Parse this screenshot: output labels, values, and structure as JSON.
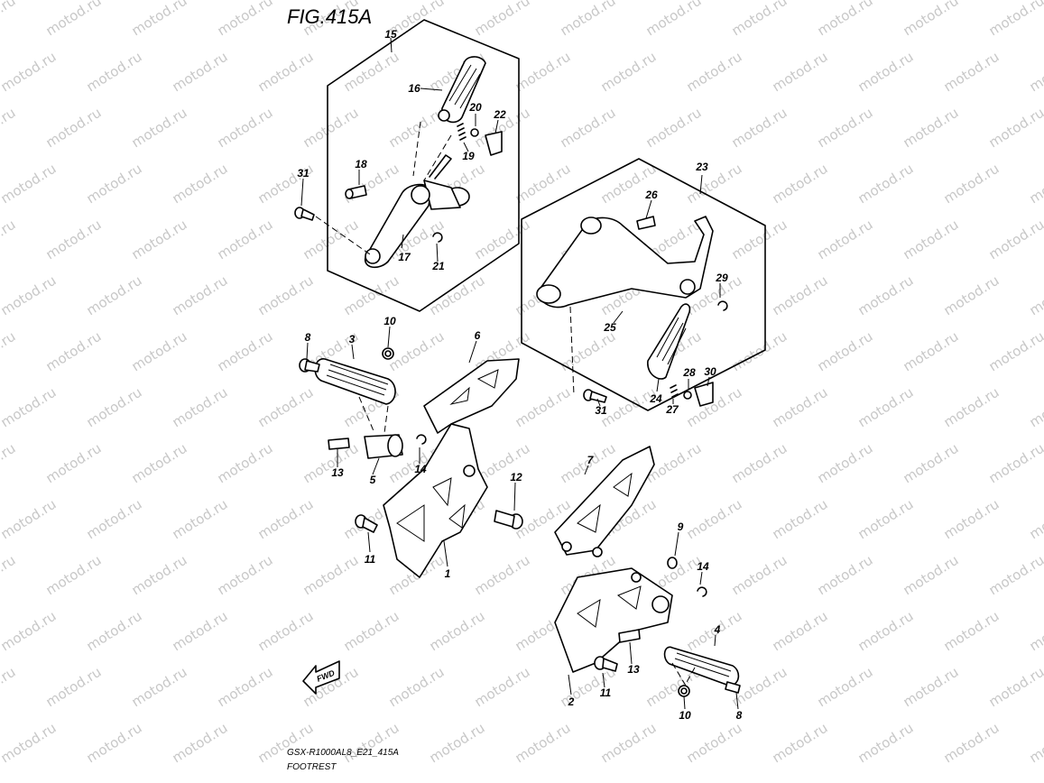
{
  "figure_title": "FIG.415A",
  "model_code": "GSX-R1000AL8_E21_415A",
  "section_name": "FOOTREST",
  "watermark": "motod.ru",
  "fwd_label": "FWD",
  "part_labels": {
    "p1": "1",
    "p2": "2",
    "p3": "3",
    "p4": "4",
    "p5": "5",
    "p6": "6",
    "p7": "7",
    "p8a": "8",
    "p8b": "8",
    "p9": "9",
    "p10a": "10",
    "p10b": "10",
    "p11a": "11",
    "p11b": "11",
    "p12": "12",
    "p13a": "13",
    "p13b": "13",
    "p14a": "14",
    "p14b": "14",
    "p15": "15",
    "p16": "16",
    "p17": "17",
    "p18": "18",
    "p19": "19",
    "p20": "20",
    "p21": "21",
    "p22": "22",
    "p23": "23",
    "p24": "24",
    "p25": "25",
    "p26": "26",
    "p27": "27",
    "p28": "28",
    "p29": "29",
    "p30": "30",
    "p31a": "31",
    "p31b": "31"
  }
}
